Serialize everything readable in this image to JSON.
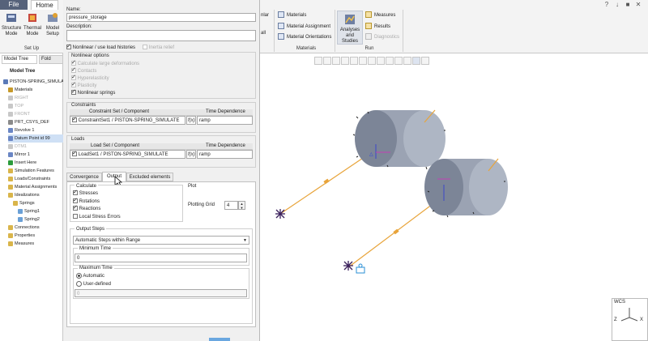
{
  "ribbon": {
    "tabs": [
      "File",
      "Home"
    ],
    "buttons": {
      "structure_mode": "Structure Mode",
      "thermal_mode": "Thermal Mode",
      "model_setup": "Model Setup"
    },
    "setup_group": "Set Up",
    "partial_items": [
      "nlar",
      "all"
    ],
    "materials_items": [
      "Materials",
      "Material Assignment",
      "Material Orientations"
    ],
    "materials_group": "Materials",
    "analyses_button": "Analyses and Studies",
    "run_items": [
      "Measures",
      "Results",
      "Diagnostics"
    ],
    "run_group": "Run",
    "window_controls": [
      "?",
      "↓",
      "■",
      "✕"
    ]
  },
  "left_panel": {
    "tabs": [
      "Model Tree",
      "Fold"
    ],
    "header": "Model Tree",
    "items": [
      {
        "label": "PISTON-SPRING_SIMULATE",
        "dim": false,
        "icon": "assembly-icon"
      },
      {
        "label": "Materials",
        "dim": false,
        "icon": "materials-icon"
      },
      {
        "label": "RIGHT",
        "dim": true,
        "icon": "plane-icon"
      },
      {
        "label": "TOP",
        "dim": true,
        "icon": "plane-icon"
      },
      {
        "label": "FRONT",
        "dim": true,
        "icon": "plane-icon"
      },
      {
        "label": "PRT_CSYS_DEF",
        "dim": false,
        "icon": "csys-icon"
      },
      {
        "label": "Revolve 1",
        "dim": false,
        "icon": "revolve-icon"
      },
      {
        "label": "Datum Point id 99",
        "dim": false,
        "icon": "datum-point-icon"
      },
      {
        "label": "DTM1",
        "dim": true,
        "icon": "plane-icon"
      },
      {
        "label": "Mirror 1",
        "dim": false,
        "icon": "mirror-icon"
      },
      {
        "label": "Insert Here",
        "dim": false,
        "icon": "insert-icon"
      },
      {
        "label": "Simulation Features",
        "dim": false,
        "icon": "folder-icon"
      },
      {
        "label": "Loads/Constraints",
        "dim": false,
        "icon": "folder-icon"
      },
      {
        "label": "Material Assignments",
        "dim": false,
        "icon": "folder-icon"
      },
      {
        "label": "Idealizations",
        "dim": false,
        "icon": "folder-icon"
      },
      {
        "label": "Springs",
        "dim": false,
        "icon": "folder-icon"
      },
      {
        "label": "Spring1",
        "dim": false,
        "icon": "spring-icon"
      },
      {
        "label": "Spring2",
        "dim": false,
        "icon": "spring-icon"
      },
      {
        "label": "Connections",
        "dim": false,
        "icon": "folder-icon"
      },
      {
        "label": "Properties",
        "dim": false,
        "icon": "folder-icon"
      },
      {
        "label": "Measures",
        "dim": false,
        "icon": "folder-icon"
      }
    ]
  },
  "dialog": {
    "name_label": "Name:",
    "name_value": "pressure_storage",
    "description_label": "Description:",
    "description_value": "",
    "nonlinear_label": "Nonlinear / use load histories",
    "inertia_relief": "Inertia relief",
    "nonlinear_options_title": "Nonlinear options",
    "nonlinear_options": [
      {
        "label": "Calculate large deformations",
        "checked": true,
        "disabled": true
      },
      {
        "label": "Contacts",
        "checked": true,
        "disabled": true
      },
      {
        "label": "Hyperelasticity",
        "checked": true,
        "disabled": true
      },
      {
        "label": "Plasticity",
        "checked": true,
        "disabled": true
      },
      {
        "label": "Nonlinear springs",
        "checked": true,
        "disabled": false
      }
    ],
    "constraints": {
      "title": "Constraints",
      "col1": "Constraint Set / Component",
      "col2": "Time Dependence",
      "row_value": "ConstraintSet1 / PISTON-SPRING_SIMULATE",
      "fx": "f(x)",
      "time": "ramp"
    },
    "loads": {
      "title": "Loads",
      "col1": "Load Set / Component",
      "col2": "Time Dependence",
      "row_value": "LoadSet1 / PISTON-SPRING_SIMULATE",
      "fx": "f(x)",
      "time": "ramp"
    },
    "tabs": [
      "Convergence",
      "Output",
      "Excluded elements"
    ],
    "calculate": {
      "title": "Calculate",
      "items": [
        {
          "label": "Stresses",
          "checked": true
        },
        {
          "label": "Rotations",
          "checked": true
        },
        {
          "label": "Reactions",
          "checked": true
        },
        {
          "label": "Local Stress Errors",
          "checked": false
        }
      ]
    },
    "plot": {
      "title": "Plot",
      "grid_label": "Plotting Grid",
      "grid_value": "4"
    },
    "output_steps": {
      "title": "Output Steps",
      "select_value": "Automatic Steps within Range",
      "min_time_title": "Minimum Time",
      "min_time_value": "0",
      "max_time_title": "Maximum Time",
      "radio_auto": "Automatic",
      "radio_user": "User-defined",
      "max_time_value": "0"
    }
  },
  "graphics": {
    "triad_label": "WCS",
    "triad_axes": [
      "Z",
      "X"
    ]
  },
  "colors": {
    "file_tab": "#56627a",
    "cylinder": "#8d96a8",
    "spring_line": "#e8a43a",
    "constraint": "#3a1f5c",
    "load": "#2a8fd6"
  }
}
